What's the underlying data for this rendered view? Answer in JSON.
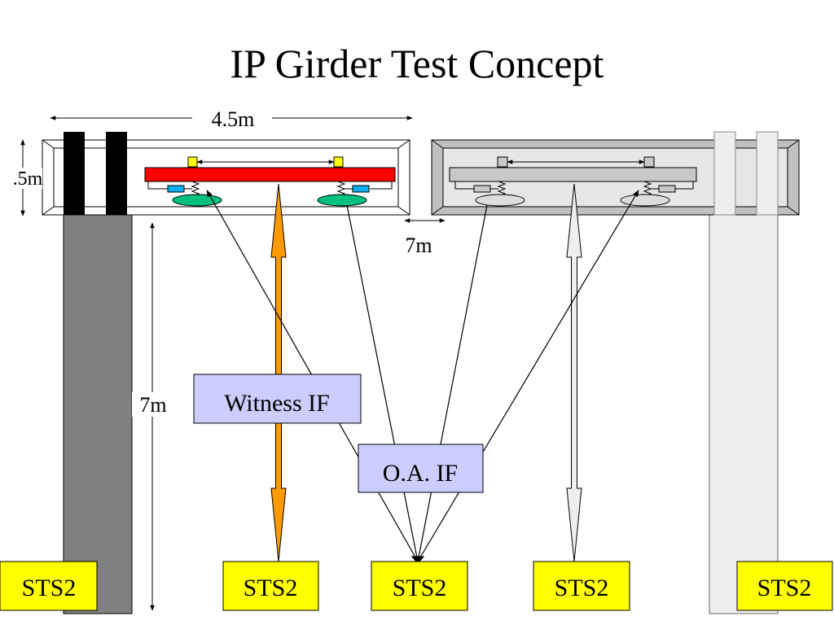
{
  "title": "IP Girder Test Concept",
  "dimensions": {
    "width": "4.5m",
    "height": ".5m",
    "gap": "7m",
    "vertical": "7m"
  },
  "boxes": {
    "witness": "Witness IF",
    "oa": "O.A. IF"
  },
  "stations": [
    "STS2",
    "STS2",
    "STS2",
    "STS2",
    "STS2"
  ],
  "colors": {
    "girder": "#ff0000",
    "witness_beam": "#ff9900",
    "sts_box": "#ffff00",
    "if_box": "#ccccff",
    "dark_pillar": "#808080",
    "light_pillar": "#eeeeee"
  }
}
